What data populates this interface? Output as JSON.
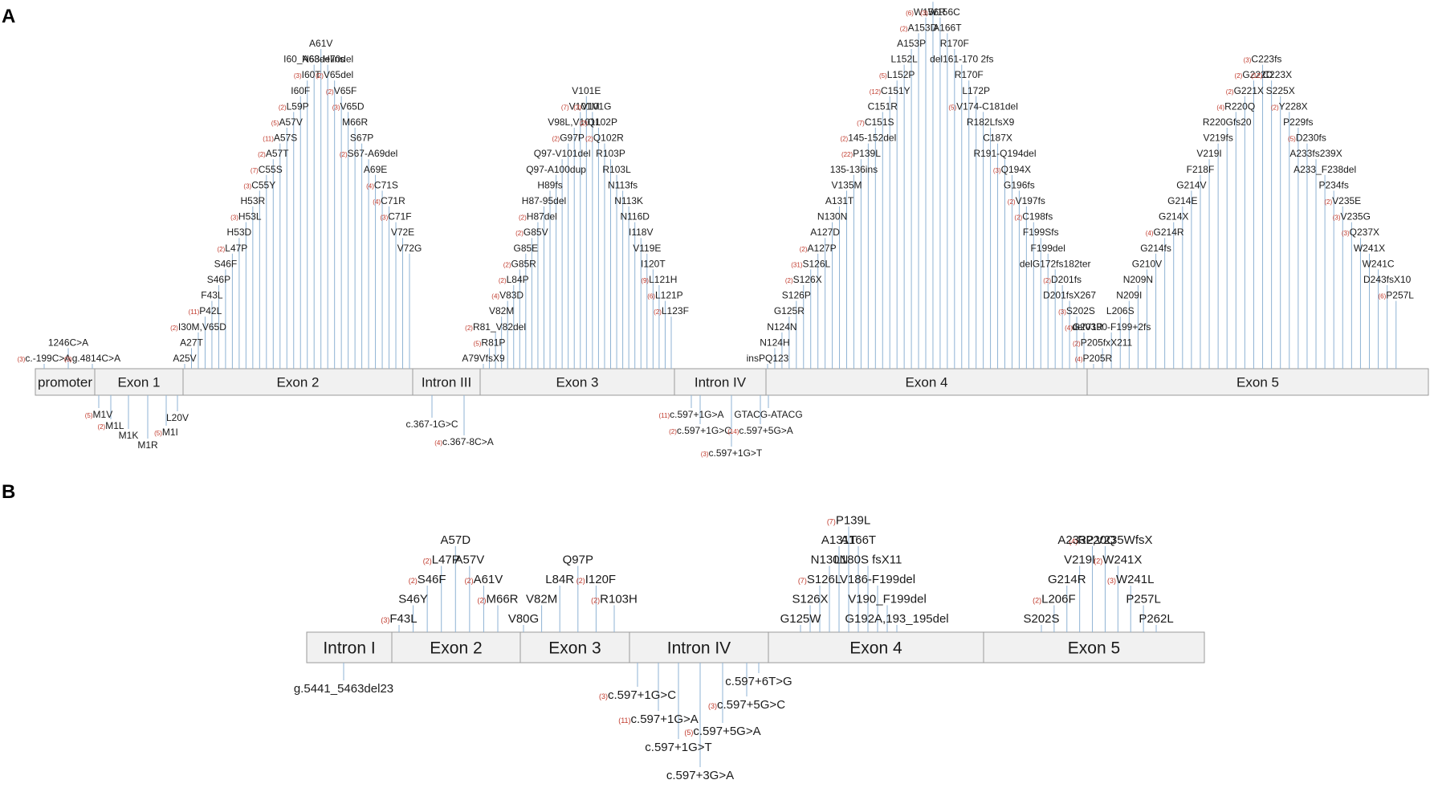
{
  "panels": [
    {
      "letter": "A",
      "segments": [
        "promoter",
        "Exon 1",
        "Exon 2",
        "Intron III",
        "Exon 3",
        "Intron IV",
        "Exon 4",
        "Exon 5"
      ],
      "above": [
        {
          "t": "c.-199C>A",
          "n": "3"
        },
        {
          "t": "1246C>A"
        },
        {
          "t": "g.4814C>A",
          "n": "3"
        },
        {
          "t": "A25V"
        },
        {
          "t": "A27T"
        },
        {
          "t": "I30M,V65D",
          "n": "2"
        },
        {
          "t": "P42L",
          "n": "11"
        },
        {
          "t": "F43L"
        },
        {
          "t": "S46P"
        },
        {
          "t": "S46F"
        },
        {
          "t": "L47P",
          "n": "2"
        },
        {
          "t": "H53D"
        },
        {
          "t": "H53L",
          "n": "3"
        },
        {
          "t": "H53R"
        },
        {
          "t": "C55Y",
          "n": "3"
        },
        {
          "t": "C55S",
          "n": "7"
        },
        {
          "t": "A57T",
          "n": "2"
        },
        {
          "t": "A57S",
          "n": "11"
        },
        {
          "t": "A57V",
          "n": "5"
        },
        {
          "t": "L59P",
          "n": "2"
        },
        {
          "t": "I60F"
        },
        {
          "t": "I60T",
          "n": "3"
        },
        {
          "t": "I60_A68delins"
        },
        {
          "t": "A61V"
        },
        {
          "t": "N63-H70del"
        },
        {
          "t": "V65del",
          "n": "2"
        },
        {
          "t": "V65F",
          "n": "2"
        },
        {
          "t": "V65D",
          "n": "3"
        },
        {
          "t": "M66R"
        },
        {
          "t": "S67P"
        },
        {
          "t": "S67-A69del",
          "n": "2"
        },
        {
          "t": "A69E"
        },
        {
          "t": "C71S",
          "n": "4"
        },
        {
          "t": "C71R",
          "n": "4"
        },
        {
          "t": "C71F",
          "n": "3"
        },
        {
          "t": "V72E"
        },
        {
          "t": "V72G"
        },
        {
          "t": "A79VfsX9"
        },
        {
          "t": "R81P",
          "n": "5"
        },
        {
          "t": "R81_V82del",
          "n": "2"
        },
        {
          "t": "V82M"
        },
        {
          "t": "V83D",
          "n": "4"
        },
        {
          "t": "L84P",
          "n": "2"
        },
        {
          "t": "G85R",
          "n": "2"
        },
        {
          "t": "G85E"
        },
        {
          "t": "G85V",
          "n": "2"
        },
        {
          "t": "H87del",
          "n": "2"
        },
        {
          "t": "H87-95del"
        },
        {
          "t": "H89fs"
        },
        {
          "t": "Q97-A100dup"
        },
        {
          "t": "Q97-V101del"
        },
        {
          "t": "G97P",
          "n": "2"
        },
        {
          "t": "V98L,V101L"
        },
        {
          "t": "V101M",
          "n": "7"
        },
        {
          "t": "V101E"
        },
        {
          "t": "V101G",
          "n": "3"
        },
        {
          "t": "Q102P",
          "n": "2"
        },
        {
          "t": "Q102R",
          "n": "2"
        },
        {
          "t": "R103P"
        },
        {
          "t": "R103L"
        },
        {
          "t": "N113fs"
        },
        {
          "t": "N113K"
        },
        {
          "t": "N116D"
        },
        {
          "t": "I118V"
        },
        {
          "t": "V119E"
        },
        {
          "t": "I120T"
        },
        {
          "t": "L121H",
          "n": "9"
        },
        {
          "t": "L121P",
          "n": "6"
        },
        {
          "t": "L123F",
          "n": "2"
        },
        {
          "t": "insPQ123"
        },
        {
          "t": "N124H"
        },
        {
          "t": "N124N"
        },
        {
          "t": "G125R"
        },
        {
          "t": "S126P"
        },
        {
          "t": "S126X",
          "n": "2"
        },
        {
          "t": "S126L",
          "n": "31"
        },
        {
          "t": "A127P",
          "n": "2"
        },
        {
          "t": "A127D"
        },
        {
          "t": "N130N"
        },
        {
          "t": "A131T"
        },
        {
          "t": "V135M"
        },
        {
          "t": "135-136ins"
        },
        {
          "t": "P139L",
          "n": "22"
        },
        {
          "t": "145-152del",
          "n": "2"
        },
        {
          "t": "C151S",
          "n": "7"
        },
        {
          "t": "C151R"
        },
        {
          "t": "C151Y",
          "n": "12"
        },
        {
          "t": "L152P",
          "n": "5"
        },
        {
          "t": "L152L"
        },
        {
          "t": "A153P"
        },
        {
          "t": "A153D",
          "n": "2"
        },
        {
          "t": "W156R",
          "n": "6"
        },
        {
          "t": "W156S"
        },
        {
          "t": "W156C",
          "n": "3"
        },
        {
          "t": "A166T"
        },
        {
          "t": "R170F"
        },
        {
          "t": "del161-170 2fs"
        },
        {
          "t": "R170F"
        },
        {
          "t": "L172P"
        },
        {
          "t": "V174-C181del",
          "n": "5"
        },
        {
          "t": "R182LfsX9"
        },
        {
          "t": "C187X"
        },
        {
          "t": "R191-Q194del"
        },
        {
          "t": "Q194X",
          "n": "3"
        },
        {
          "t": "G196fs"
        },
        {
          "t": "V197fs",
          "n": "2"
        },
        {
          "t": "C198fs",
          "n": "2"
        },
        {
          "t": "F199Sfs"
        },
        {
          "t": "F199del"
        },
        {
          "t": "delG172fs182ter"
        },
        {
          "t": "D201fs",
          "n": "2"
        },
        {
          "t": "D201fsX267"
        },
        {
          "t": "S202S",
          "n": "3"
        },
        {
          "t": "G203R",
          "n": "4"
        },
        {
          "t": "P205R",
          "n": "4"
        },
        {
          "t": "P205fxX211",
          "n": "2"
        },
        {
          "t": "delV190-F199+2fs"
        },
        {
          "t": "L206S"
        },
        {
          "t": "N209I"
        },
        {
          "t": "N209N"
        },
        {
          "t": "G210V"
        },
        {
          "t": "G214fs"
        },
        {
          "t": "G214R",
          "n": "4"
        },
        {
          "t": "G214X"
        },
        {
          "t": "G214E"
        },
        {
          "t": "G214V"
        },
        {
          "t": "F218F"
        },
        {
          "t": "V219I"
        },
        {
          "t": "V219fs"
        },
        {
          "t": "R220Gfs20"
        },
        {
          "t": "R220Q",
          "n": "4"
        },
        {
          "t": "G221X",
          "n": "2"
        },
        {
          "t": "G222D",
          "n": "2"
        },
        {
          "t": "C223fs",
          "n": "3"
        },
        {
          "t": "C223X",
          "n": "12"
        },
        {
          "t": "S225X"
        },
        {
          "t": "Y228X",
          "n": "2"
        },
        {
          "t": "P229fs"
        },
        {
          "t": "D230fs",
          "n": "5"
        },
        {
          "t": "A233fs239X"
        },
        {
          "t": "A233_F238del"
        },
        {
          "t": "P234fs"
        },
        {
          "t": "V235E",
          "n": "2"
        },
        {
          "t": "V235G",
          "n": "3"
        },
        {
          "t": "Q237X",
          "n": "3"
        },
        {
          "t": "W241X"
        },
        {
          "t": "W241C"
        },
        {
          "t": "D243fsX10"
        },
        {
          "t": "P257L",
          "n": "6"
        }
      ],
      "below": [
        {
          "t": "M1V",
          "n": "5"
        },
        {
          "t": "M1L",
          "n": "2"
        },
        {
          "t": "M1K"
        },
        {
          "t": "M1R"
        },
        {
          "t": "M1I",
          "n": "5"
        },
        {
          "t": "L20V"
        },
        {
          "t": "c.367-1G>C"
        },
        {
          "t": "c.367-8C>A",
          "n": "4"
        },
        {
          "t": "c.597+1G>A",
          "n": "11"
        },
        {
          "t": "c.597+1G>C",
          "n": "2"
        },
        {
          "t": "c.597+1G>T",
          "n": "3"
        },
        {
          "t": "c.597+5G>A",
          "n": "14"
        },
        {
          "t": "GTACG-ATACG"
        }
      ]
    },
    {
      "letter": "B",
      "segments": [
        "Intron I",
        "Exon 2",
        "Exon 3",
        "Intron IV",
        "Exon 4",
        "Exon 5"
      ],
      "above": [
        {
          "t": "F43L",
          "n": "3"
        },
        {
          "t": "S46Y"
        },
        {
          "t": "S46F",
          "n": "2"
        },
        {
          "t": "L47P",
          "n": "2"
        },
        {
          "t": "A57D"
        },
        {
          "t": "A57V"
        },
        {
          "t": "A61V",
          "n": "2"
        },
        {
          "t": "M66R",
          "n": "2"
        },
        {
          "t": "V80G"
        },
        {
          "t": "V82M"
        },
        {
          "t": "L84R"
        },
        {
          "t": "Q97P"
        },
        {
          "t": "I120F",
          "n": "2"
        },
        {
          "t": "R103H",
          "n": "2"
        },
        {
          "t": "G125W"
        },
        {
          "t": "S126X"
        },
        {
          "t": "S126L",
          "n": "7"
        },
        {
          "t": "N130N"
        },
        {
          "t": "A131T"
        },
        {
          "t": "P139L",
          "n": "7"
        },
        {
          "t": "A166T"
        },
        {
          "t": "L180S fsX11"
        },
        {
          "t": "V186-F199del"
        },
        {
          "t": "V190_F199del"
        },
        {
          "t": "G192A,193_195del"
        },
        {
          "t": "S202S"
        },
        {
          "t": "L206F",
          "n": "2"
        },
        {
          "t": "G214R"
        },
        {
          "t": "V219I"
        },
        {
          "t": "R220Q",
          "n": "4"
        },
        {
          "t": "A233P,V235WfsX"
        },
        {
          "t": "W241X",
          "n": "2"
        },
        {
          "t": "W241L",
          "n": "3"
        },
        {
          "t": "P257L"
        },
        {
          "t": "P262L"
        }
      ],
      "below": [
        {
          "t": "g.5441_5463del23"
        },
        {
          "t": "c.597+1G>C",
          "n": "3"
        },
        {
          "t": "c.597+1G>A",
          "n": "11"
        },
        {
          "t": "c.597+1G>T"
        },
        {
          "t": "c.597+3G>A"
        },
        {
          "t": "c.597+5G>A",
          "n": "5"
        },
        {
          "t": "c.597+5G>C",
          "n": "3"
        },
        {
          "t": "c.597+6T>G"
        }
      ]
    }
  ],
  "colors": {
    "line": "#8fb3d4",
    "count": "#c0392b",
    "box_fill": "#f1f1f1",
    "box_stroke": "#9a9a9a",
    "text": "#1a1a1a"
  }
}
